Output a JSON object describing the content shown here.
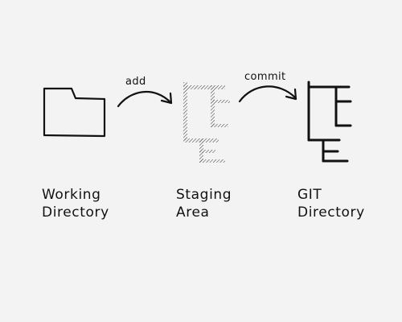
{
  "stages": [
    {
      "line1": "Working",
      "line2": "Directory",
      "icon": "folder-icon"
    },
    {
      "line1": "Staging",
      "line2": "Area",
      "icon": "staging-tree-icon"
    },
    {
      "line1": "GIT",
      "line2": "Directory",
      "icon": "git-tree-icon"
    }
  ],
  "arrows": [
    {
      "label": "add"
    },
    {
      "label": "commit"
    }
  ],
  "colors": {
    "background": "#f3f3f3",
    "ink": "#111111"
  }
}
